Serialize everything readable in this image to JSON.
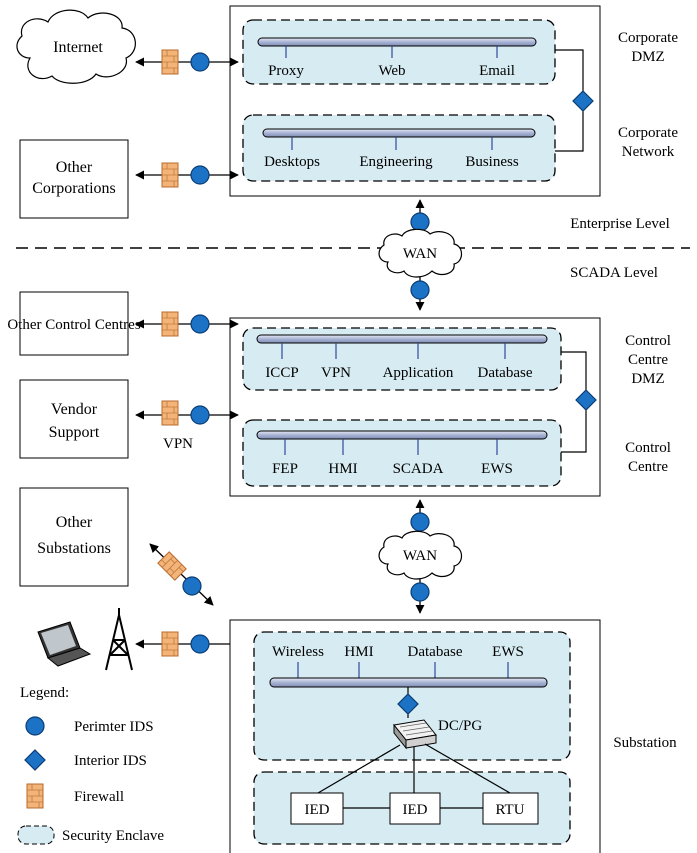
{
  "external": {
    "internet": "Internet",
    "other_corporations": [
      "Other",
      "Corporations"
    ],
    "other_control_centres": "Other Control Centres",
    "vendor_support": [
      "Vendor",
      "Support"
    ],
    "vendor_vpn": "VPN",
    "other_substations": [
      "Other",
      "Substations"
    ]
  },
  "corporate": {
    "dmz_title": [
      "Corporate",
      "DMZ"
    ],
    "dmz_nodes": [
      "Proxy",
      "Web",
      "Email"
    ],
    "network_title": [
      "Corporate",
      "Network"
    ],
    "network_nodes": [
      "Desktops",
      "Engineering",
      "Business"
    ]
  },
  "levels": {
    "enterprise": "Enterprise Level",
    "scada": "SCADA Level"
  },
  "wan_label": "WAN",
  "control_centre": {
    "dmz_title": [
      "Control",
      "Centre",
      "DMZ"
    ],
    "dmz_nodes": [
      "ICCP",
      "VPN",
      "Application",
      "Database"
    ],
    "cc_title": [
      "Control",
      "Centre"
    ],
    "cc_nodes": [
      "FEP",
      "HMI",
      "SCADA",
      "EWS"
    ]
  },
  "substation": {
    "title": "Substation",
    "nodes": [
      "Wireless",
      "HMI",
      "Database",
      "EWS"
    ],
    "dcpg": "DC/PG",
    "devices": [
      "IED",
      "IED",
      "RTU"
    ]
  },
  "legend": {
    "title": "Legend:",
    "items": [
      "Perimter IDS",
      "Interior IDS",
      "Firewall",
      "Security Enclave"
    ]
  },
  "colors": {
    "enclave_fill": "#d7ecf2",
    "ids_blue": "#1c72c4",
    "ids_stroke": "#0b3d75",
    "firewall_fill": "#f3b479",
    "bus_fill": "#b3bedb"
  }
}
